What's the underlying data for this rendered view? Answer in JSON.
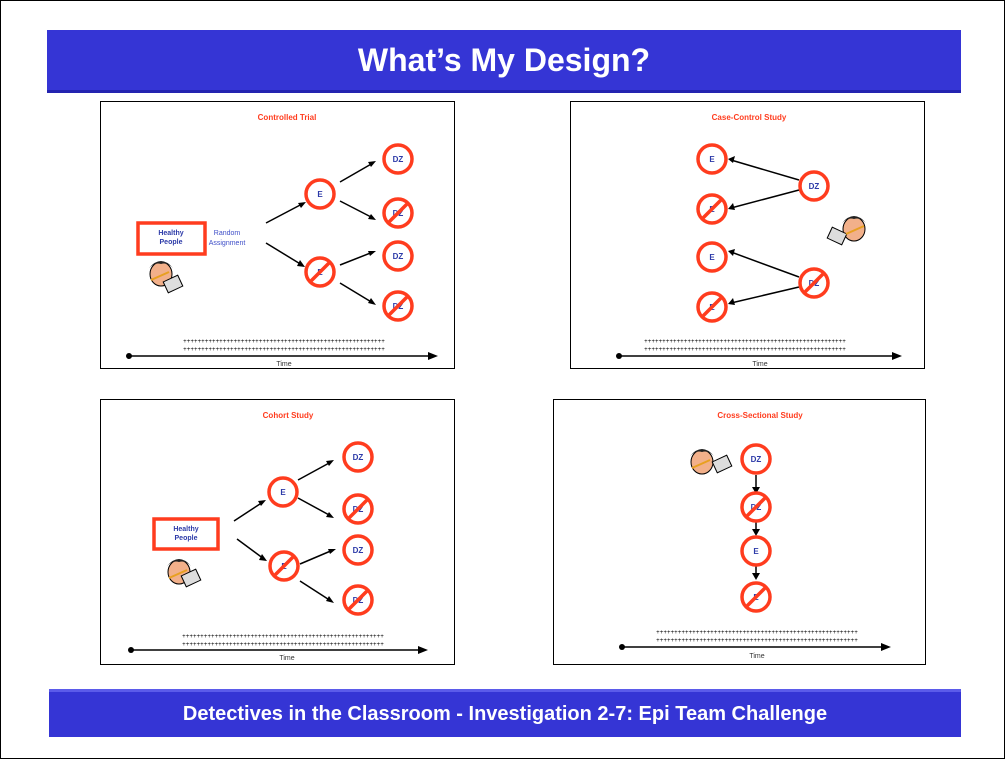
{
  "title": "What’s My Design?",
  "footer": "Detectives in the Classroom - Investigation 2-7: Epi Team Challenge",
  "panels": {
    "controlled": {
      "title": "Controlled Trial",
      "healthy": [
        "Healthy",
        "People"
      ],
      "random": [
        "Random",
        "Assignment"
      ],
      "node_e": "E",
      "node_dz": "DZ",
      "time": "Time"
    },
    "case_control": {
      "title": "Case-Control Study",
      "node_e": "E",
      "node_dz": "DZ",
      "time": "Time"
    },
    "cohort": {
      "title": "Cohort Study",
      "healthy": [
        "Healthy",
        "People"
      ],
      "node_e": "E",
      "node_dz": "DZ",
      "time": "Time"
    },
    "cross_sectional": {
      "title": "Cross-Sectional Study",
      "node_e": "E",
      "node_dz": "DZ",
      "time": "Time"
    }
  },
  "plus_row": "++++++++++++++++++++++++++++++++++++++++++++++++++++++++",
  "colors": {
    "banner": "#3535d5",
    "accent": "#ff3c1e",
    "node_text": "#2c3aa8"
  }
}
